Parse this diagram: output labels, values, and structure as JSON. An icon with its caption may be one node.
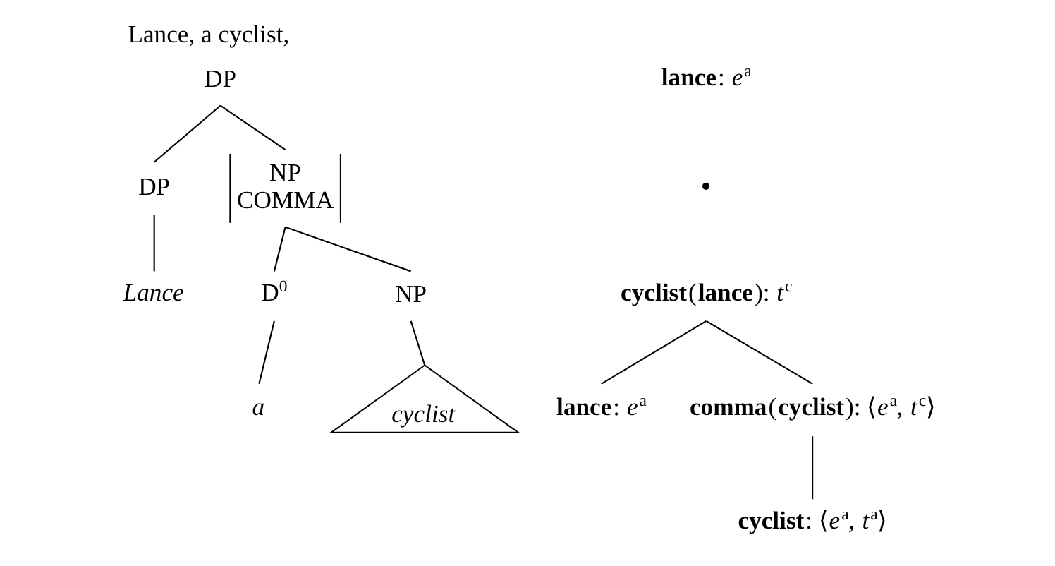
{
  "diagram": {
    "title": "Lance, a cyclist,",
    "nodes": [
      {
        "text": [
          "DP"
        ]
      },
      {
        "text": [
          "DP"
        ]
      },
      {
        "text": [
          "NP",
          "COMMA"
        ]
      },
      {
        "text": [
          "Lance"
        ]
      },
      {
        "text": [
          "D$^{0}$"
        ]
      },
      {
        "text": [
          "NP"
        ]
      },
      {
        "text": [
          "a"
        ]
      },
      {
        "text": [
          "cyclist"
        ]
      },
      {
        "text": [
          "**lance**: *e*$^{a}$"
        ]
      },
      {
        "text": [
          "**cyclist**(**lance**): *t*$^{c}$"
        ]
      },
      {
        "text": [
          "**lance**: *e*$^{a}$"
        ]
      },
      {
        "text": [
          "**comma**(**cyclist**): ⟨*e*$^{a}$, *t*$^{c}$⟩"
        ]
      },
      {
        "text": [
          "**cyclist**: ⟨*e*$^{a}$, *t*$^{a}$⟩"
        ]
      }
    ],
    "edges": [
      {
        "from": 0,
        "to": 1,
        "arrow": "none"
      },
      {
        "from": 0,
        "to": 2,
        "arrow": "none"
      },
      {
        "from": 1,
        "to": 3,
        "arrow": "none"
      },
      {
        "from": 2,
        "to": 4,
        "arrow": "none"
      },
      {
        "from": 2,
        "to": 5,
        "arrow": "none"
      },
      {
        "from": 4,
        "to": 6,
        "arrow": "none"
      },
      {
        "from": 5,
        "to": 7,
        "arrow": "none"
      },
      {
        "from": 9,
        "to": 10,
        "arrow": "none"
      },
      {
        "from": 9,
        "to": 11,
        "arrow": "none"
      },
      {
        "from": 11,
        "to": 12,
        "arrow": "none"
      }
    ],
    "labels": [
      "•"
    ]
  }
}
